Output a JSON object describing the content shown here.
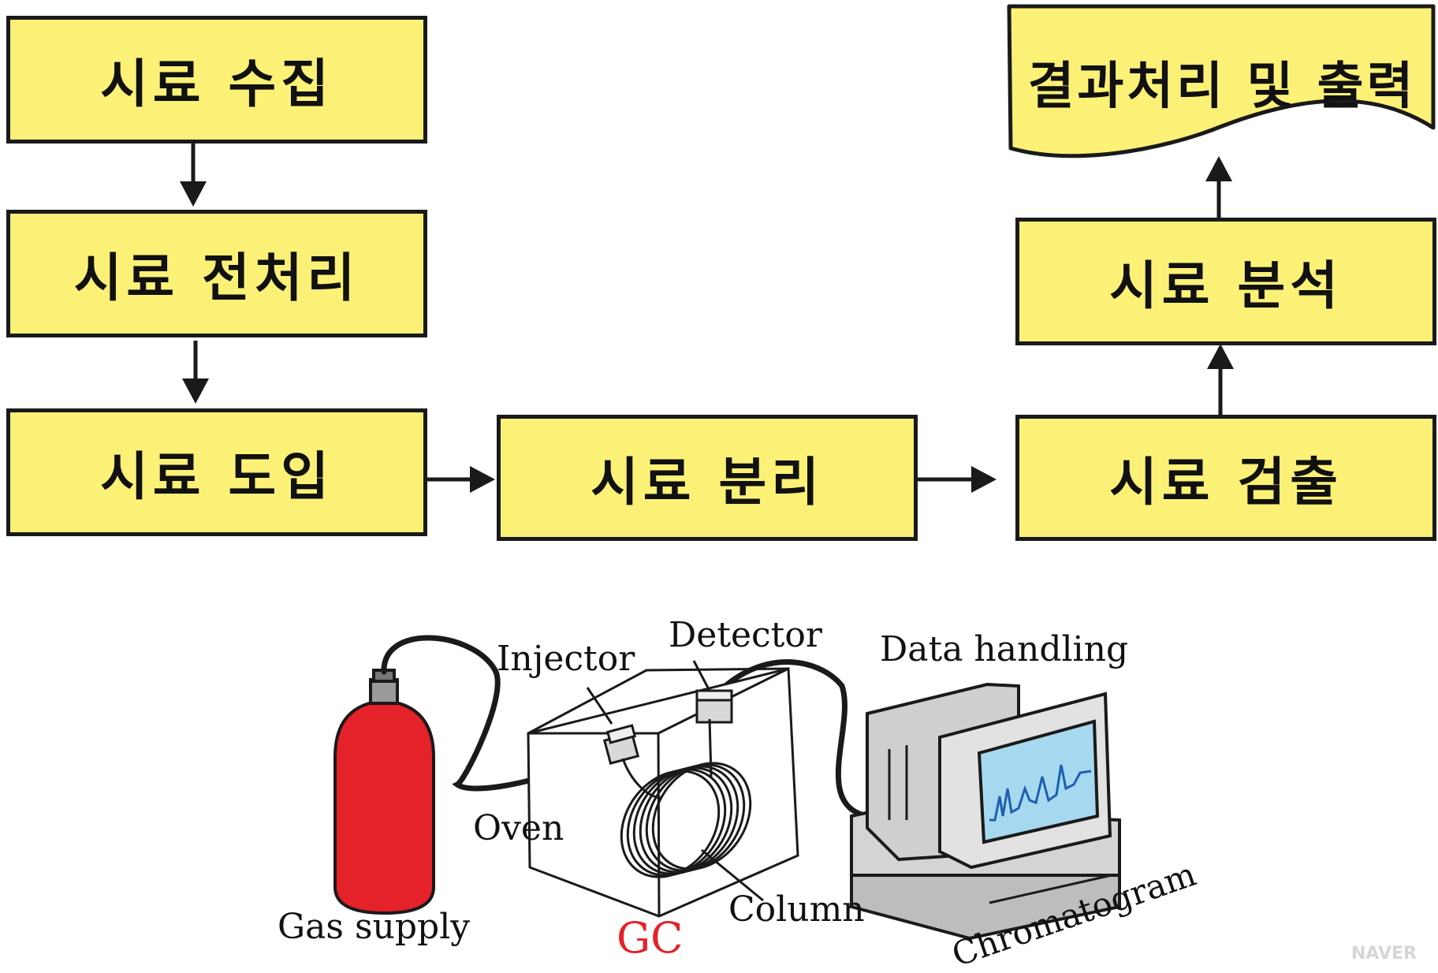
{
  "flow": {
    "collect": "시료 수집",
    "prep": "시료 전처리",
    "inject": "시료 도입",
    "separate": "시료 분리",
    "detect": "시료 검출",
    "analyze": "시료 분석",
    "output": "결과처리 및 출력"
  },
  "gc": {
    "gas_supply": "Gas supply",
    "injector": "Injector",
    "detector": "Detector",
    "data_handling": "Data handling",
    "oven": "Oven",
    "column": "Column",
    "gc": "GC",
    "chromatogram": "Chromatogram"
  },
  "watermark": "NAVER",
  "colors": {
    "box_fill": "#fcf177",
    "cylinder": "#e52129",
    "screen": "#a6d9ef",
    "computer": "#c8c8c8",
    "gc_label": "#e52129",
    "trace": "#1e5fb0"
  }
}
